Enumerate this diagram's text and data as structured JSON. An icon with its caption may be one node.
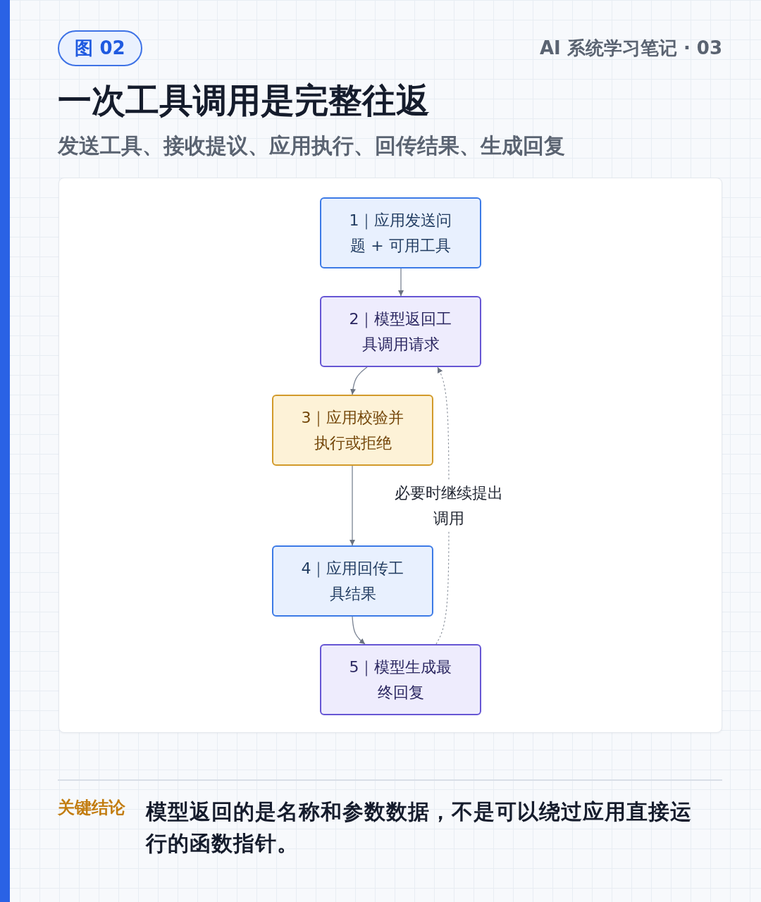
{
  "diagram": {
    "title": "一次工具调用是完整往返",
    "nodes": [
      {
        "text": [
          "1｜应用发送问题 + 可用工具"
        ]
      },
      {
        "text": [
          "2｜模型返回工具调用请求"
        ]
      },
      {
        "text": [
          "3｜应用校验并执行或拒绝"
        ]
      },
      {
        "text": [
          "4｜应用回传工具结果"
        ]
      },
      {
        "text": [
          "5｜模型生成最终回复"
        ]
      }
    ],
    "edges": [
      {
        "from": 0,
        "to": 1,
        "arrow": "to"
      },
      {
        "from": 1,
        "to": 2,
        "arrow": "to"
      },
      {
        "from": 2,
        "to": 3,
        "arrow": "to"
      },
      {
        "from": 3,
        "to": 4,
        "arrow": "to"
      },
      {
        "from": 4,
        "to": 1,
        "arrow": "to",
        "label": "必要时继续提出调用",
        "style": "dashed"
      }
    ],
    "labels": [
      "图 02",
      "AI 系统学习笔记 · 03",
      "发送工具、接收提议、应用执行、回传结果、生成回复",
      "关键结论",
      "模型返回的是名称和参数数据，不是可以绕过应用直接运行的函数指针。"
    ]
  }
}
